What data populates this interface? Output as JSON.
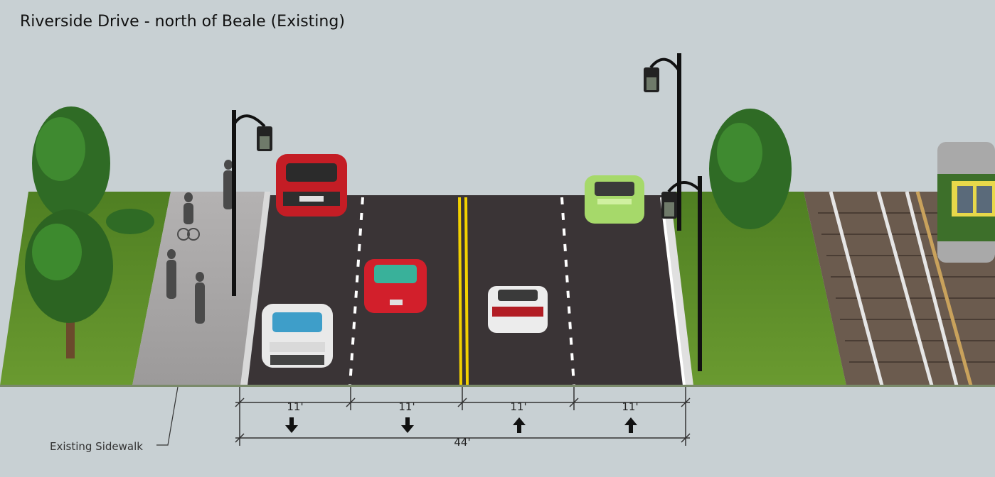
{
  "title": "Riverside Drive - north of Beale (Existing)",
  "dimensions": {
    "lanes": [
      {
        "label": "11'",
        "direction": "down"
      },
      {
        "label": "11'",
        "direction": "down"
      },
      {
        "label": "11'",
        "direction": "up"
      },
      {
        "label": "11'",
        "direction": "up"
      }
    ],
    "total": "44'"
  },
  "callout": "Existing Sidewalk",
  "colors": {
    "sky": "#c8d0d3",
    "grass": "#5f8f2a",
    "asphalt": "#3a3436",
    "sidewalk": "#a7a5a5",
    "center_line": "#f2d100",
    "lane_line": "#ffffff"
  }
}
